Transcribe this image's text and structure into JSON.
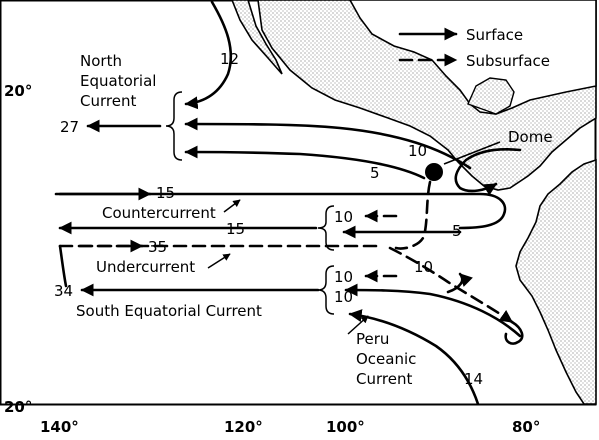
{
  "map": {
    "legend": {
      "surface": "Surface",
      "subsurface": "Subsurface"
    },
    "latitude_labels": [
      "20°",
      "20°"
    ],
    "longitude_labels": [
      "140°",
      "120°",
      "100°",
      "80°"
    ],
    "feature_labels": {
      "dome": "Dome",
      "north_equatorial_current": [
        "North",
        "Equatorial",
        "Current"
      ],
      "countercurrent": "Countercurrent",
      "undercurrent": "Undercurrent",
      "south_equatorial_current": "South Equatorial Current",
      "peru_oceanic_current": [
        "Peru",
        "Oceanic",
        "Current"
      ]
    },
    "transport_values": {
      "north_inflow": "12",
      "north_equatorial_west": "27",
      "dome_loop": "10",
      "dome_inner": "5",
      "countercurrent_west": "15",
      "countercurrent_mid": "15",
      "countercurrent_return_upper": "10",
      "countercurrent_return_lower": "5",
      "undercurrent": "35",
      "undercurrent_branch": "10",
      "south_equatorial_west": "34",
      "south_equatorial_upper": "10",
      "south_equatorial_lower": "10",
      "peru_oceanic": "14"
    }
  }
}
